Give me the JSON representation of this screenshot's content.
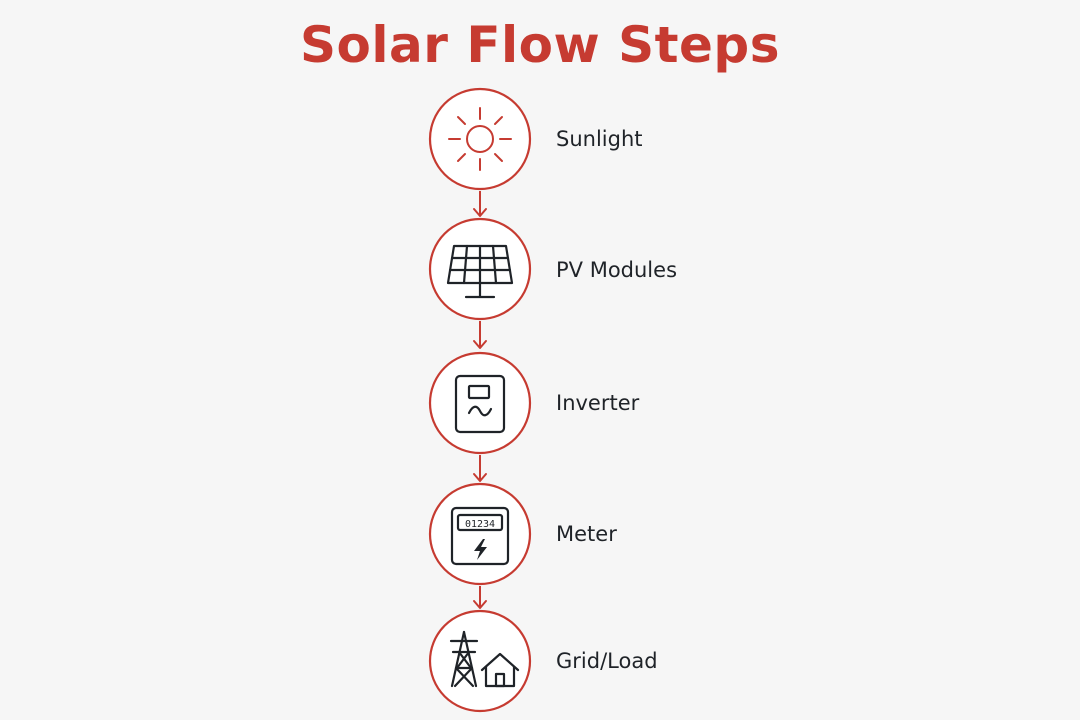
{
  "title": "Solar Flow Steps",
  "colors": {
    "accent": "#c63b31",
    "text": "#1f2328",
    "background": "#f6f6f6"
  },
  "steps": [
    {
      "label": "Sunlight",
      "icon": "sun-icon"
    },
    {
      "label": "PV Modules",
      "icon": "solar-panel-icon"
    },
    {
      "label": "Inverter",
      "icon": "inverter-icon"
    },
    {
      "label": "Meter",
      "icon": "meter-icon",
      "display": "01234"
    },
    {
      "label": "Grid/Load",
      "icon": "grid-load-icon"
    }
  ]
}
